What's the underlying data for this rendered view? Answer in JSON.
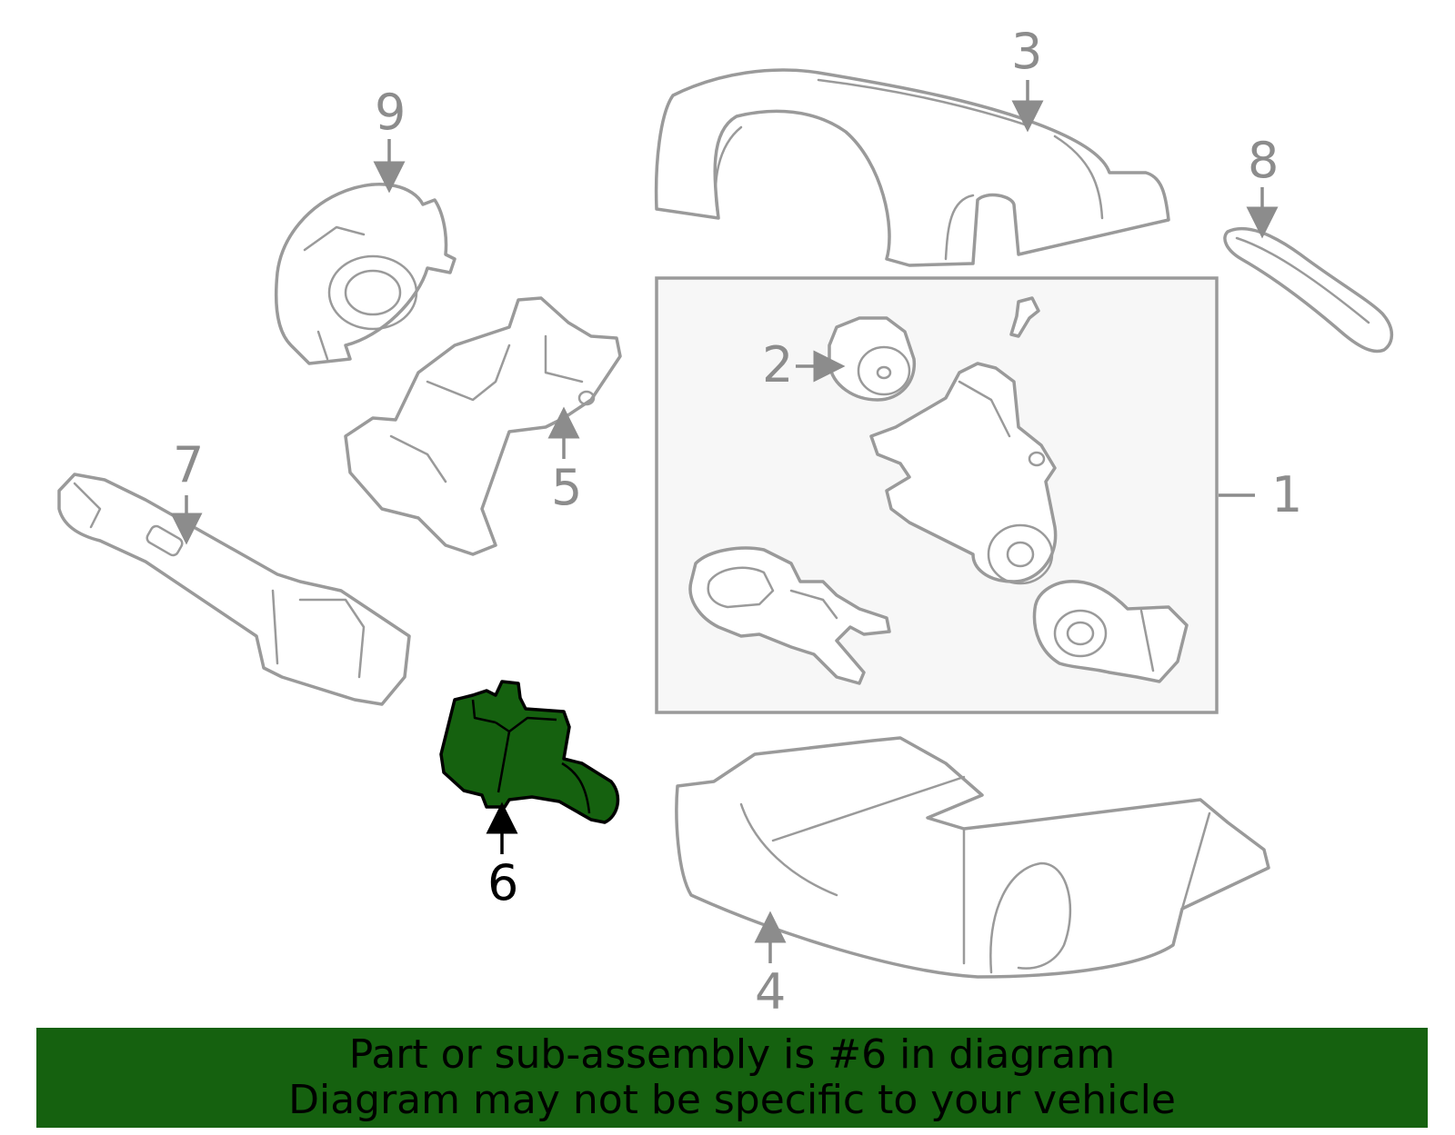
{
  "diagram": {
    "callouts": {
      "c1": "1",
      "c2": "2",
      "c3": "3",
      "c4": "4",
      "c5": "5",
      "c6": "6",
      "c7": "7",
      "c8": "8",
      "c9": "9"
    },
    "highlighted_callout": "6"
  },
  "footer": {
    "line1": "Part or sub-assembly is #6 in diagram",
    "line2": "Diagram may not be specific to your vehicle"
  },
  "colors": {
    "highlight": "#15610f",
    "part_outline": "#9a9a9a",
    "background": "#ffffff"
  }
}
